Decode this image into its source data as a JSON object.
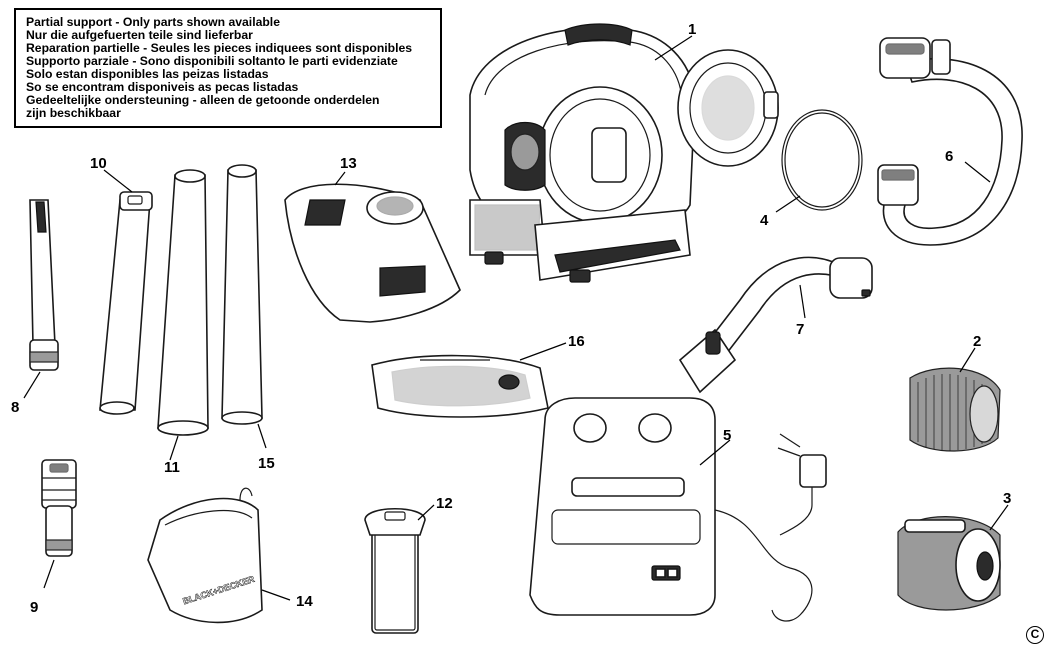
{
  "notice": {
    "lines": [
      "Partial support - Only parts shown available",
      "Nur die aufgefuerten teile sind lieferbar",
      "Reparation partielle - Seules les pieces indiquees sont disponibles",
      "Supporto parziale - Sono disponibili soltanto le parti evidenziate",
      "Solo estan disponibles las peizas listadas",
      "So se encontram disponiveis as pecas listadas",
      "Gedeeltelijke ondersteuning - alleen de getoonde onderdelen",
      "zijn beschikbaar"
    ]
  },
  "part_numbers": {
    "p1": "1",
    "p2": "2",
    "p3": "3",
    "p4": "4",
    "p5": "5",
    "p6": "6",
    "p7": "7",
    "p8": "8",
    "p9": "9",
    "p10": "10",
    "p11": "11",
    "p12": "12",
    "p13": "13",
    "p14": "14",
    "p15": "15",
    "p16": "16"
  },
  "bag_print": "BLACK+DECKER",
  "copyright": "C"
}
